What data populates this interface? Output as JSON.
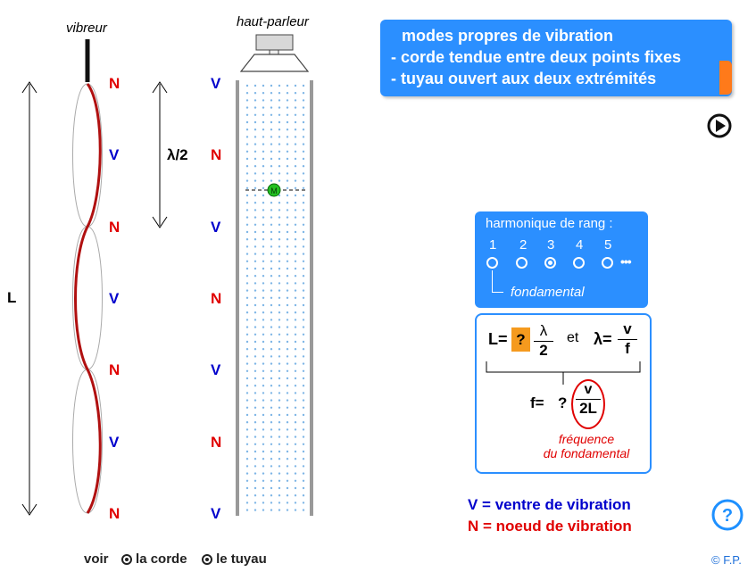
{
  "labels": {
    "vibreur": "vibreur",
    "haut_parleur": "haut-parleur",
    "L": "L",
    "lambda_half": "λ/2",
    "micro": "M"
  },
  "string_nodes": [
    "N",
    "V",
    "N",
    "V",
    "N",
    "V",
    "N"
  ],
  "pipe_nodes": [
    "V",
    "N",
    "V",
    "N",
    "V",
    "N",
    "V"
  ],
  "title": {
    "line1": "modes propres de vibration",
    "line2": "- corde tendue entre deux points fixes",
    "line3": "- tuyau ouvert aux deux extrémités"
  },
  "harmonic": {
    "heading": "harmonique de rang :",
    "ranks": [
      "1",
      "2",
      "3",
      "4",
      "5"
    ],
    "selected_rank": "3",
    "more": "•••",
    "fundamental_label": "fondamental"
  },
  "formula": {
    "L_eq": "L=",
    "unknown": "?",
    "lambda": "λ",
    "two": "2",
    "et": "et",
    "lambda_eq": "λ=",
    "v": "v",
    "f": "f",
    "f_eq": "f=",
    "f_unknown": "?",
    "v2": "v",
    "twoL": "2L",
    "note_line1": "fréquence",
    "note_line2": "du fondamental"
  },
  "legend": {
    "ventre": "V = ventre de vibration",
    "noeud": "N = noeud de vibration"
  },
  "bottom": {
    "voir": "voir",
    "corde": "la corde",
    "tuyau": "le tuyau"
  },
  "copyright": "© F.P.",
  "colors": {
    "node_red": "#e00000",
    "antinode_blue": "#0000cc",
    "panel_blue": "#2b8fff",
    "accent_orange": "#ff7a1a",
    "string_red": "#b01010"
  }
}
